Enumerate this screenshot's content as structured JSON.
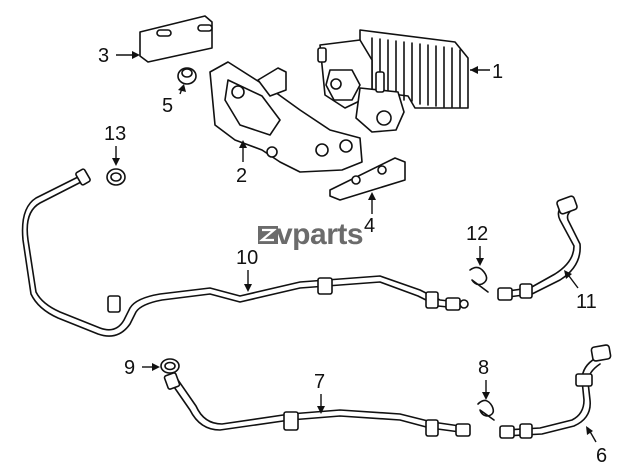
{
  "watermark": {
    "text": "vparts",
    "color": "#6b6b6b"
  },
  "callouts": {
    "c1": "1",
    "c2": "2",
    "c3": "3",
    "c4": "4",
    "c5": "5",
    "c6": "6",
    "c7": "7",
    "c8": "8",
    "c9": "9",
    "c10": "10",
    "c11": "11",
    "c12": "12",
    "c13": "13"
  },
  "colors": {
    "line": "#111111",
    "background": "#ffffff"
  }
}
